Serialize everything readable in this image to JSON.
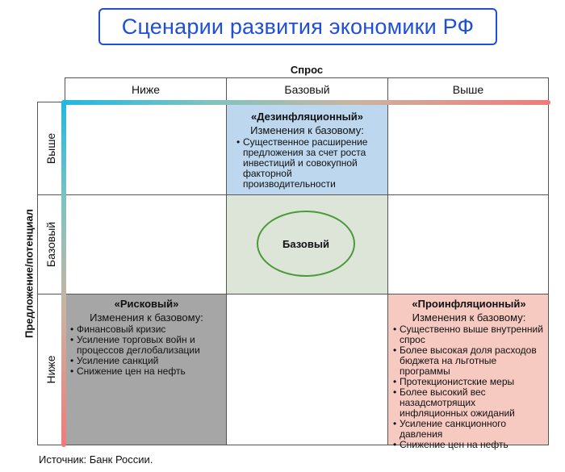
{
  "title": "Сценарии развития экономики РФ",
  "x_axis_label": "Спрос",
  "y_axis_label": "Предложение/потенциал",
  "columns": [
    "Ниже",
    "Базовый",
    "Выше"
  ],
  "rows": [
    "Выше",
    "Базовый",
    "Ниже"
  ],
  "scenarios": {
    "disinflation": {
      "title": "«Дезинфляционный»",
      "subtitle": "Изменения к базовому:",
      "items": [
        "Существенное расширение предложения за счет роста инвестиций и совокупной факторной производительности"
      ],
      "color": "#bcd7ee"
    },
    "base": {
      "label": "Базовый",
      "color": "#dde5d8",
      "ring_color": "#4a9a3a"
    },
    "risk": {
      "title": "«Рисковый»",
      "subtitle": "Изменения к базовому:",
      "items": [
        "Финансовый кризис",
        "Усиление торговых войн и процессов деглобализации",
        "Усиление санкций",
        "Снижение цен на нефть"
      ],
      "color": "#a6a6a6"
    },
    "proinflation": {
      "title": "«Проинфляционный»",
      "subtitle": "Изменения к базовому:",
      "items": [
        "Существенно выше внутренний спрос",
        "Более высокая доля расходов бюджета на льготные программы",
        "Протекционистские меры",
        "Более высокий вес назадсмотрящих инфляционных ожиданий",
        "Усиление санкционного давления",
        "Снижение цен на нефть"
      ],
      "color": "#f6c9c1"
    }
  },
  "source": "Источник: Банк России.",
  "colors": {
    "title": "#1f4fd8",
    "gradient_start": "#1fb8e0",
    "gradient_end": "#f07a7a"
  }
}
